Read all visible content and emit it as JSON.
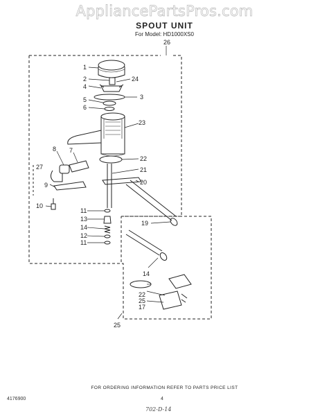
{
  "watermark": "AppliancePartsPros.com",
  "header": {
    "title": "SPOUT UNIT",
    "model": "For Model: HD1000XS0"
  },
  "footer": {
    "ordering_note": "FOR ORDERING INFORMATION REFER TO PARTS PRICE LIST",
    "doc_number": "4176900",
    "page_number": "4",
    "handwritten": "702-D-14"
  },
  "callouts": {
    "c26": "26",
    "c1": "1",
    "c2": "2",
    "c24": "24",
    "c4": "4",
    "c3": "3",
    "c5": "5",
    "c6": "6",
    "c23": "23",
    "c8": "8",
    "c7": "7",
    "c27": "27",
    "c22": "22",
    "c21": "21",
    "c20": "20",
    "c9": "9",
    "c10": "10",
    "c11a": "11",
    "c13": "13",
    "c19": "19",
    "c14a": "14",
    "c12": "12",
    "c11b": "11",
    "c14b": "14",
    "c22b": "22",
    "c25a": "25",
    "c17": "17",
    "c25b": "25"
  }
}
